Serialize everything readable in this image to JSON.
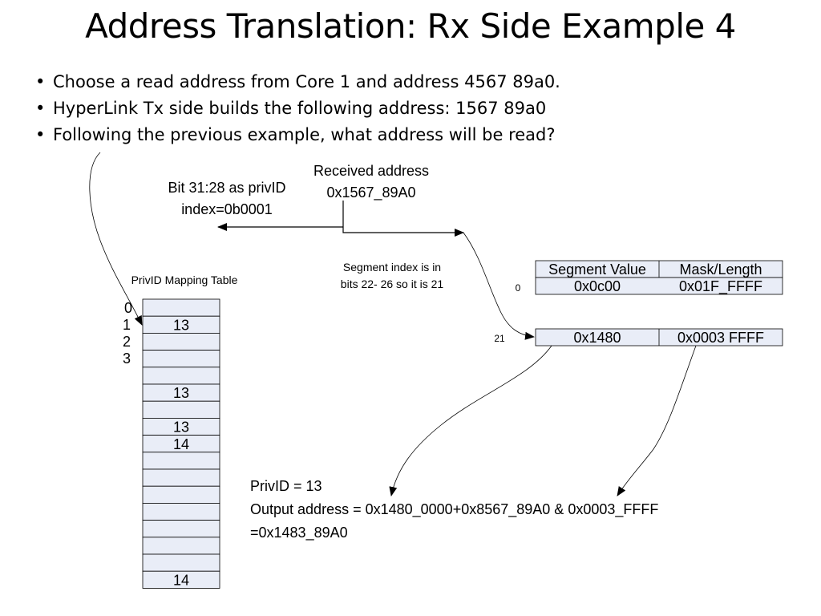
{
  "title": "Address Translation: Rx Side Example 4",
  "bullets": [
    "Choose a read address from Core 1 and address 4567 89a0.",
    "HyperLink Tx side builds the following address: 1567 89a0",
    "Following the previous example, what address will be read?"
  ],
  "received_address": {
    "line1": "Received address",
    "line2": "0x1567_89A0"
  },
  "privid_note": {
    "line1": "Bit 31:28 as privID",
    "line2": "index=0b0001"
  },
  "segment_note": {
    "line1": "Segment index is in",
    "line2": "bits 22- 26 so it is 21"
  },
  "mapping_table": {
    "title": "PrivID Mapping Table",
    "row_labels": [
      "0",
      "1",
      "2",
      "3"
    ],
    "cells": [
      "",
      "13",
      "",
      "",
      "",
      "13",
      "",
      "13",
      "14",
      "",
      "",
      "",
      "",
      "",
      "",
      "",
      "14"
    ]
  },
  "segment_table": {
    "headers": [
      "Segment Value",
      "Mask/Length"
    ],
    "rows": [
      {
        "index": "0",
        "segment": "0x0c00",
        "mask": "0x01F_FFFF"
      },
      {
        "index": "21",
        "segment": "0x1480",
        "mask": "0x0003 FFFF"
      }
    ]
  },
  "result": {
    "line1": "PrivID = 13",
    "line2": "Output address = 0x1480_0000+0x8567_89A0 & 0x0003_FFFF",
    "line3": "=0x1483_89A0"
  },
  "colors": {
    "cell_fill": "#e9edf7",
    "line": "#000000"
  }
}
